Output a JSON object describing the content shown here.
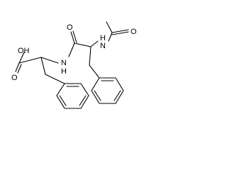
{
  "structure": {
    "atom_labels": {
      "acid_hydroxyl": "OH",
      "acid_carbonyl_oxygen": "O",
      "amide_nitrogen": "N",
      "amide_hydrogen": "H",
      "amide_carbonyl_oxygen": "O",
      "acetamide_nitrogen": "N",
      "acetamide_hydrogen": "H",
      "acetyl_carbonyl_oxygen": "O"
    },
    "colors": {
      "bond": "#000000",
      "text": "#000000",
      "background": "#ffffff"
    }
  }
}
